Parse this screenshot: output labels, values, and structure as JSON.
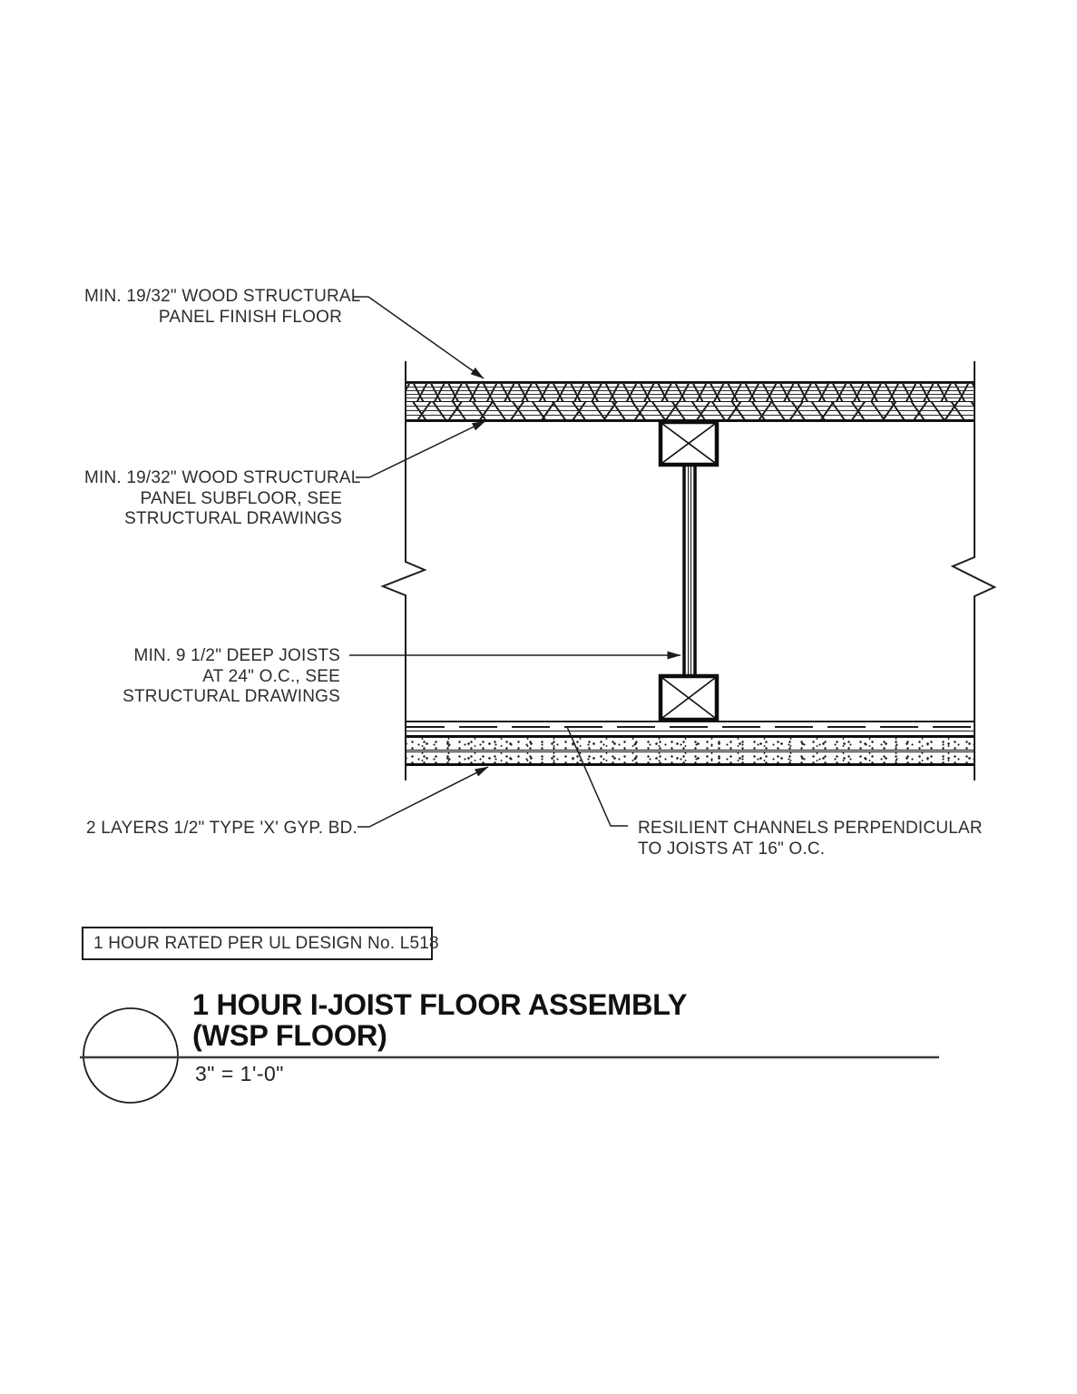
{
  "drawing": {
    "type": "architectural-detail",
    "callouts": {
      "finish_floor": {
        "lines": [
          "MIN. 19/32\" WOOD STRUCTURAL",
          "PANEL FINISH FLOOR"
        ]
      },
      "subfloor": {
        "lines": [
          "MIN. 19/32\" WOOD STRUCTURAL",
          "PANEL SUBFLOOR, SEE",
          "STRUCTURAL DRAWINGS"
        ]
      },
      "joists": {
        "lines": [
          "MIN. 9 1/2\" DEEP JOISTS",
          "AT 24\" O.C., SEE",
          "STRUCTURAL DRAWINGS"
        ]
      },
      "gypsum": {
        "lines": [
          "2 LAYERS 1/2\" TYPE 'X' GYP. BD."
        ]
      },
      "resilient_channels": {
        "lines": [
          "RESILIENT CHANNELS PERPENDICULAR",
          "TO JOISTS AT 16\" O.C."
        ]
      }
    },
    "rating_label": "1 HOUR RATED PER UL DESIGN No. L518",
    "title_block": {
      "title_line1": "1 HOUR I-JOIST FLOOR ASSEMBLY",
      "title_line2": "(WSP FLOOR)",
      "scale": "3\" = 1'-0\""
    },
    "colors": {
      "line": "#1c1c1c",
      "text": "#2d2d2d",
      "background": "#ffffff"
    }
  }
}
